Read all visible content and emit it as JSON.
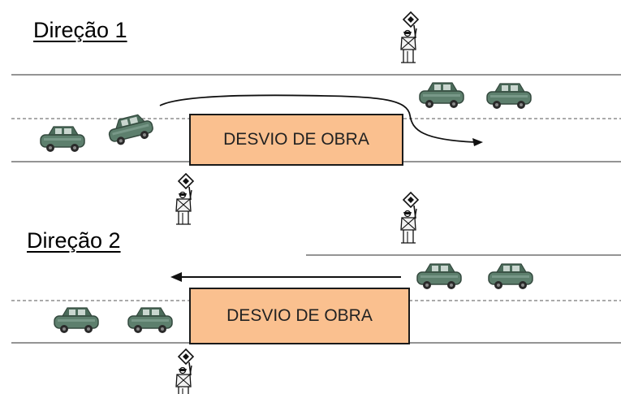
{
  "colors": {
    "work_zone_fill": "#fac08f",
    "car_body": "#5d7f6d",
    "car_dark": "#34493e",
    "car_window": "#c9d6cf",
    "road_line": "#555555",
    "arrow": "#111111"
  },
  "direction_1": {
    "label": "Direção 1",
    "work_zone_label": "DESVIO DE OBRA",
    "flagger_icon": "flagger-person-with-sign-icon",
    "car_icon": "car-icon"
  },
  "direction_2": {
    "label": "Direção 2",
    "work_zone_label": "DESVIO DE OBRA",
    "flagger_icon": "flagger-person-with-sign-icon",
    "car_icon": "car-icon"
  }
}
